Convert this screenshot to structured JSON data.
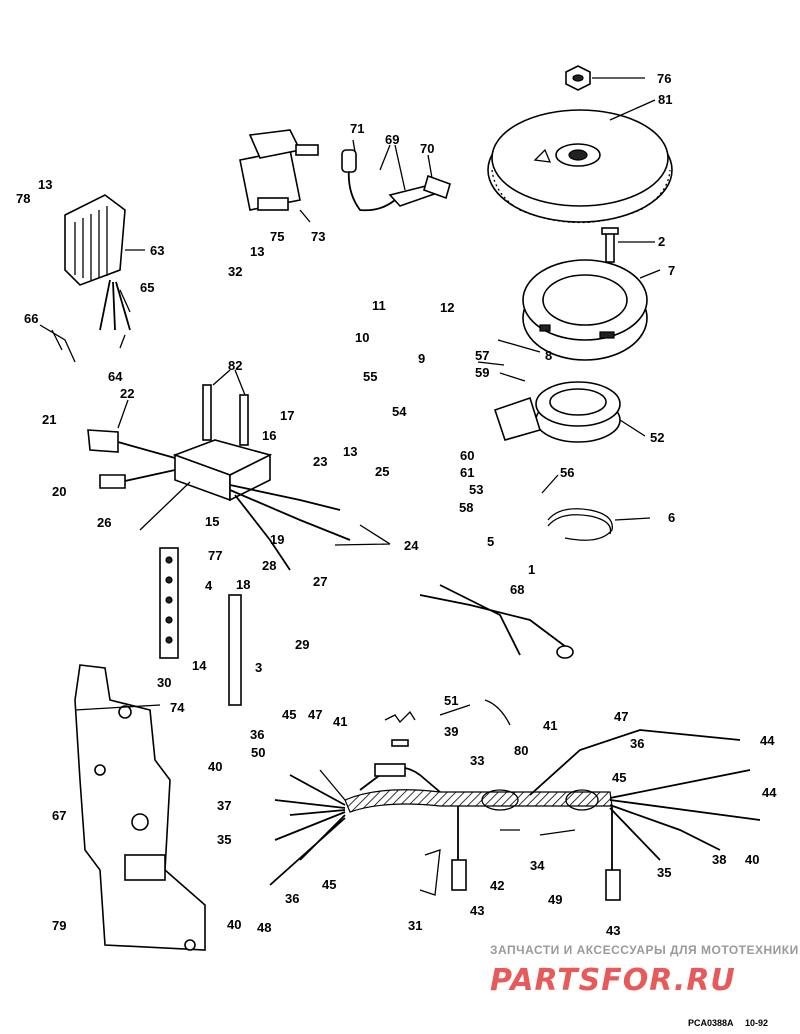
{
  "labels": [
    "1",
    "2",
    "3",
    "4",
    "5",
    "6",
    "7",
    "8",
    "9",
    "10",
    "11",
    "12",
    "13",
    "13",
    "13",
    "14",
    "15",
    "16",
    "17",
    "18",
    "19",
    "20",
    "21",
    "22",
    "23",
    "24",
    "25",
    "26",
    "27",
    "28",
    "29",
    "30",
    "31",
    "32",
    "33",
    "34",
    "35",
    "35",
    "36",
    "36",
    "36",
    "37",
    "38",
    "39",
    "40",
    "40",
    "40",
    "41",
    "41",
    "42",
    "43",
    "43",
    "44",
    "44",
    "45",
    "45",
    "45",
    "47",
    "47",
    "48",
    "49",
    "50",
    "51",
    "52",
    "53",
    "54",
    "55",
    "56",
    "57",
    "58",
    "59",
    "60",
    "61",
    "63",
    "64",
    "65",
    "66",
    "67",
    "68",
    "69",
    "70",
    "71",
    "73",
    "74",
    "75",
    "76",
    "77",
    "78",
    "79",
    "80",
    "81",
    "82"
  ],
  "watermark": {
    "top": "ЗАПЧАСТИ И АКСЕССУАРЫ ДЛЯ МОТОТЕХНИКИ",
    "logo": "PARTSFOR.RU",
    "color": "#e85a5a"
  },
  "figure_code": "PCA0388A",
  "figure_date": "10-92"
}
